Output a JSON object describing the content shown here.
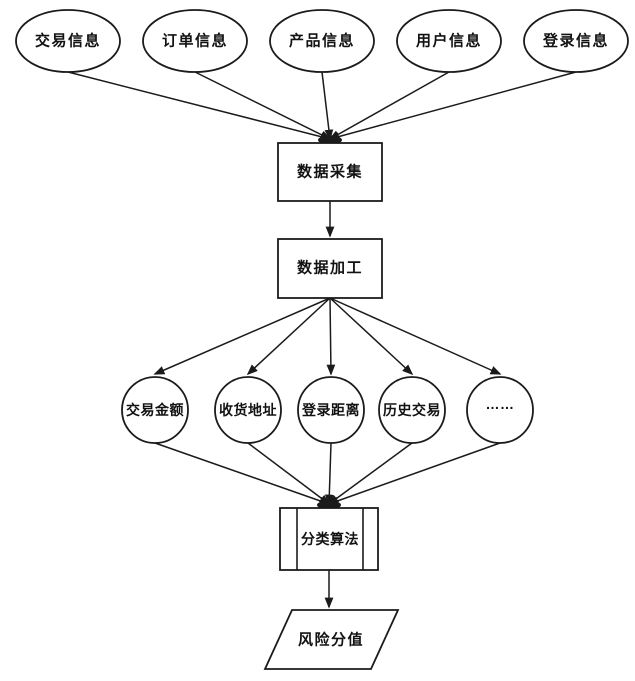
{
  "diagram": {
    "colors": {
      "line": "#1b1b1b",
      "text": "#121212",
      "fill": "#ffffff",
      "background": "#ffffff"
    },
    "sources": [
      {
        "id": "transaction-info",
        "shape": "ellipse",
        "label": "交易信息"
      },
      {
        "id": "order-info",
        "shape": "ellipse",
        "label": "订单信息"
      },
      {
        "id": "product-info",
        "shape": "ellipse",
        "label": "产品信息"
      },
      {
        "id": "user-info",
        "shape": "ellipse",
        "label": "用户信息"
      },
      {
        "id": "login-info",
        "shape": "ellipse",
        "label": "登录信息"
      }
    ],
    "stages": [
      {
        "id": "data-collection",
        "shape": "rectangle",
        "label": "数据采集"
      },
      {
        "id": "data-processing",
        "shape": "rectangle",
        "label": "数据加工"
      }
    ],
    "features": [
      {
        "id": "transaction-amount",
        "shape": "circle",
        "label": "交易金额"
      },
      {
        "id": "shipping-address",
        "shape": "circle",
        "label": "收货地址"
      },
      {
        "id": "login-distance",
        "shape": "circle",
        "label": "登录距离"
      },
      {
        "id": "historical-transactions",
        "shape": "circle",
        "label": "历史交易"
      },
      {
        "id": "more-features",
        "shape": "circle",
        "label": "……"
      }
    ],
    "classifier": {
      "id": "classification-algorithm",
      "shape": "predefined-process",
      "label": "分类算法"
    },
    "output": {
      "id": "risk-score",
      "shape": "parallelogram",
      "label": "风险分值"
    },
    "flow": [
      "sources -> data-collection",
      "data-collection -> data-processing",
      "data-processing -> features",
      "features -> classification-algorithm",
      "classification-algorithm -> risk-score"
    ]
  }
}
